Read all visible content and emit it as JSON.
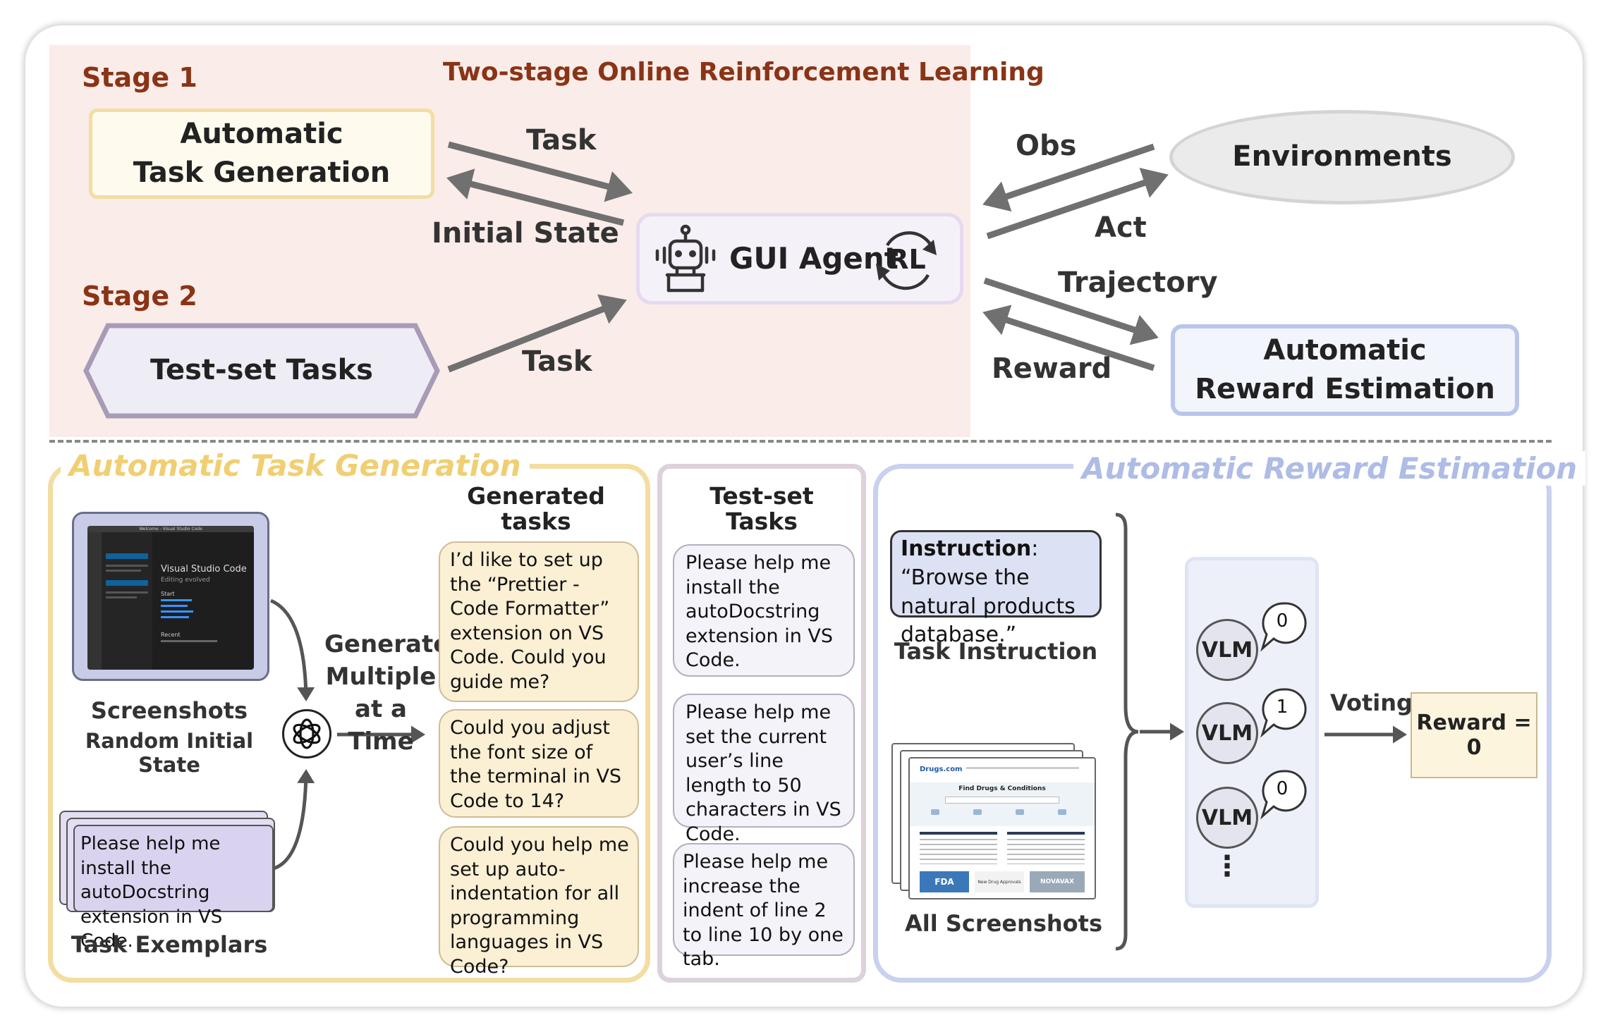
{
  "title": "Two-stage Online Reinforcement Learning",
  "stage1": {
    "label": "Stage 1",
    "task_generation_box": "Automatic\nTask Generation",
    "task_label": "Task",
    "initial_state_label": "Initial State"
  },
  "stage2": {
    "label": "Stage 2",
    "test_set_box": "Test-set Tasks",
    "task_label": "Task"
  },
  "agent": {
    "label": "GUI Agent",
    "rl_badge": "RL"
  },
  "environments": {
    "label": "Environments",
    "obs_label": "Obs",
    "act_label": "Act"
  },
  "reward_estimation_box": {
    "label": "Automatic\nReward Estimation",
    "trajectory_label": "Trajectory",
    "reward_label": "Reward"
  },
  "task_generation_section": {
    "title": "Automatic Task Generation",
    "screenshot": {
      "window_title": "Welcome - Visual Studio Code",
      "app_name": "Visual Studio Code",
      "tagline": "Editing evolved",
      "start_label": "Start",
      "recent_label": "Recent"
    },
    "screenshots_caption": "Screenshots",
    "initial_state_caption": "Random Initial State",
    "exemplar_text": "Please help me install the autoDocstring extension in VS Code.",
    "exemplars_caption": "Task Exemplars",
    "generate_label": "Generate\nMultiple\nat a Time",
    "generated_title": "Generated\ntasks",
    "generated_tasks": [
      "I’d like to set up the “Prettier - Code Formatter” extension on VS Code. Could you guide me?",
      "Could you adjust the font size of the terminal in VS Code to 14?",
      "Could you help me set up auto-indentation for all programming languages in VS Code?"
    ]
  },
  "test_set_section": {
    "title": "Test-set\nTasks",
    "tasks": [
      "Please help me install the autoDocstring extension in VS Code.",
      "Please help me set the current user’s line length to 50 characters in VS Code.",
      "Please help me increase the indent of line 2 to line 10 by one tab."
    ]
  },
  "reward_section": {
    "title": "Automatic Reward Estimation",
    "instruction_label": "Instruction",
    "instruction_text": "“Browse the natural products database.”",
    "task_instruction_caption": "Task Instruction",
    "all_screenshots_caption": "All Screenshots",
    "screenshot": {
      "site_name": "Drugs.com",
      "heading": "Find Drugs & Conditions",
      "badge_fda": "FDA",
      "badge_new": "New Drug Approvals",
      "badge_novavax": "NOVAVAX"
    },
    "vlm_label": "VLM",
    "votes": [
      "0",
      "1",
      "0"
    ],
    "ellipsis": "⋮",
    "voting_label": "Voting",
    "reward_result": "Reward = 0"
  },
  "colors": {
    "stage_text": "#8a3416",
    "top_panel": "#faece9",
    "task_gen_accent": "#f3dda0",
    "test_set_accent": "#a89bb6",
    "reward_accent": "#b9c6ea",
    "arrow": "#707070"
  }
}
